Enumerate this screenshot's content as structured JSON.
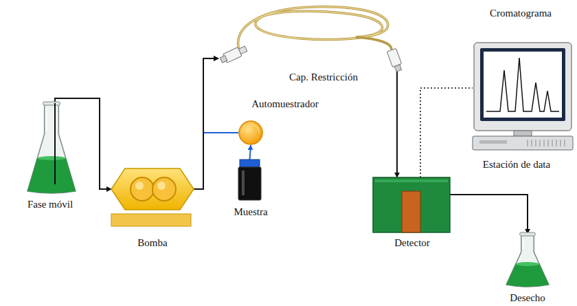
{
  "diagram": {
    "nodes": [
      {
        "text": [
          "Fase móvil"
        ]
      },
      {
        "text": [
          "Bomba"
        ]
      },
      {
        "text": [
          "Automuestrador"
        ]
      },
      {
        "text": [
          "Muestra"
        ]
      },
      {
        "text": [
          "Cap. Restricción"
        ]
      },
      {
        "text": [
          "Detector"
        ]
      },
      {
        "text": [
          "Cromatograma",
          "Estación de data"
        ]
      },
      {
        "text": [
          "Desecho"
        ]
      }
    ],
    "edges": [
      {
        "from": 0,
        "to": 1,
        "arrow": "to"
      },
      {
        "from": 1,
        "to": 4,
        "arrow": "to"
      },
      {
        "from": 3,
        "to": 2,
        "arrow": "to"
      },
      {
        "from": 2,
        "to": 4,
        "arrow": "to"
      },
      {
        "from": 4,
        "to": 5,
        "arrow": "to"
      },
      {
        "from": 5,
        "to": 7,
        "arrow": "to"
      },
      {
        "from": 5,
        "to": 6,
        "arrow": "none"
      }
    ]
  }
}
